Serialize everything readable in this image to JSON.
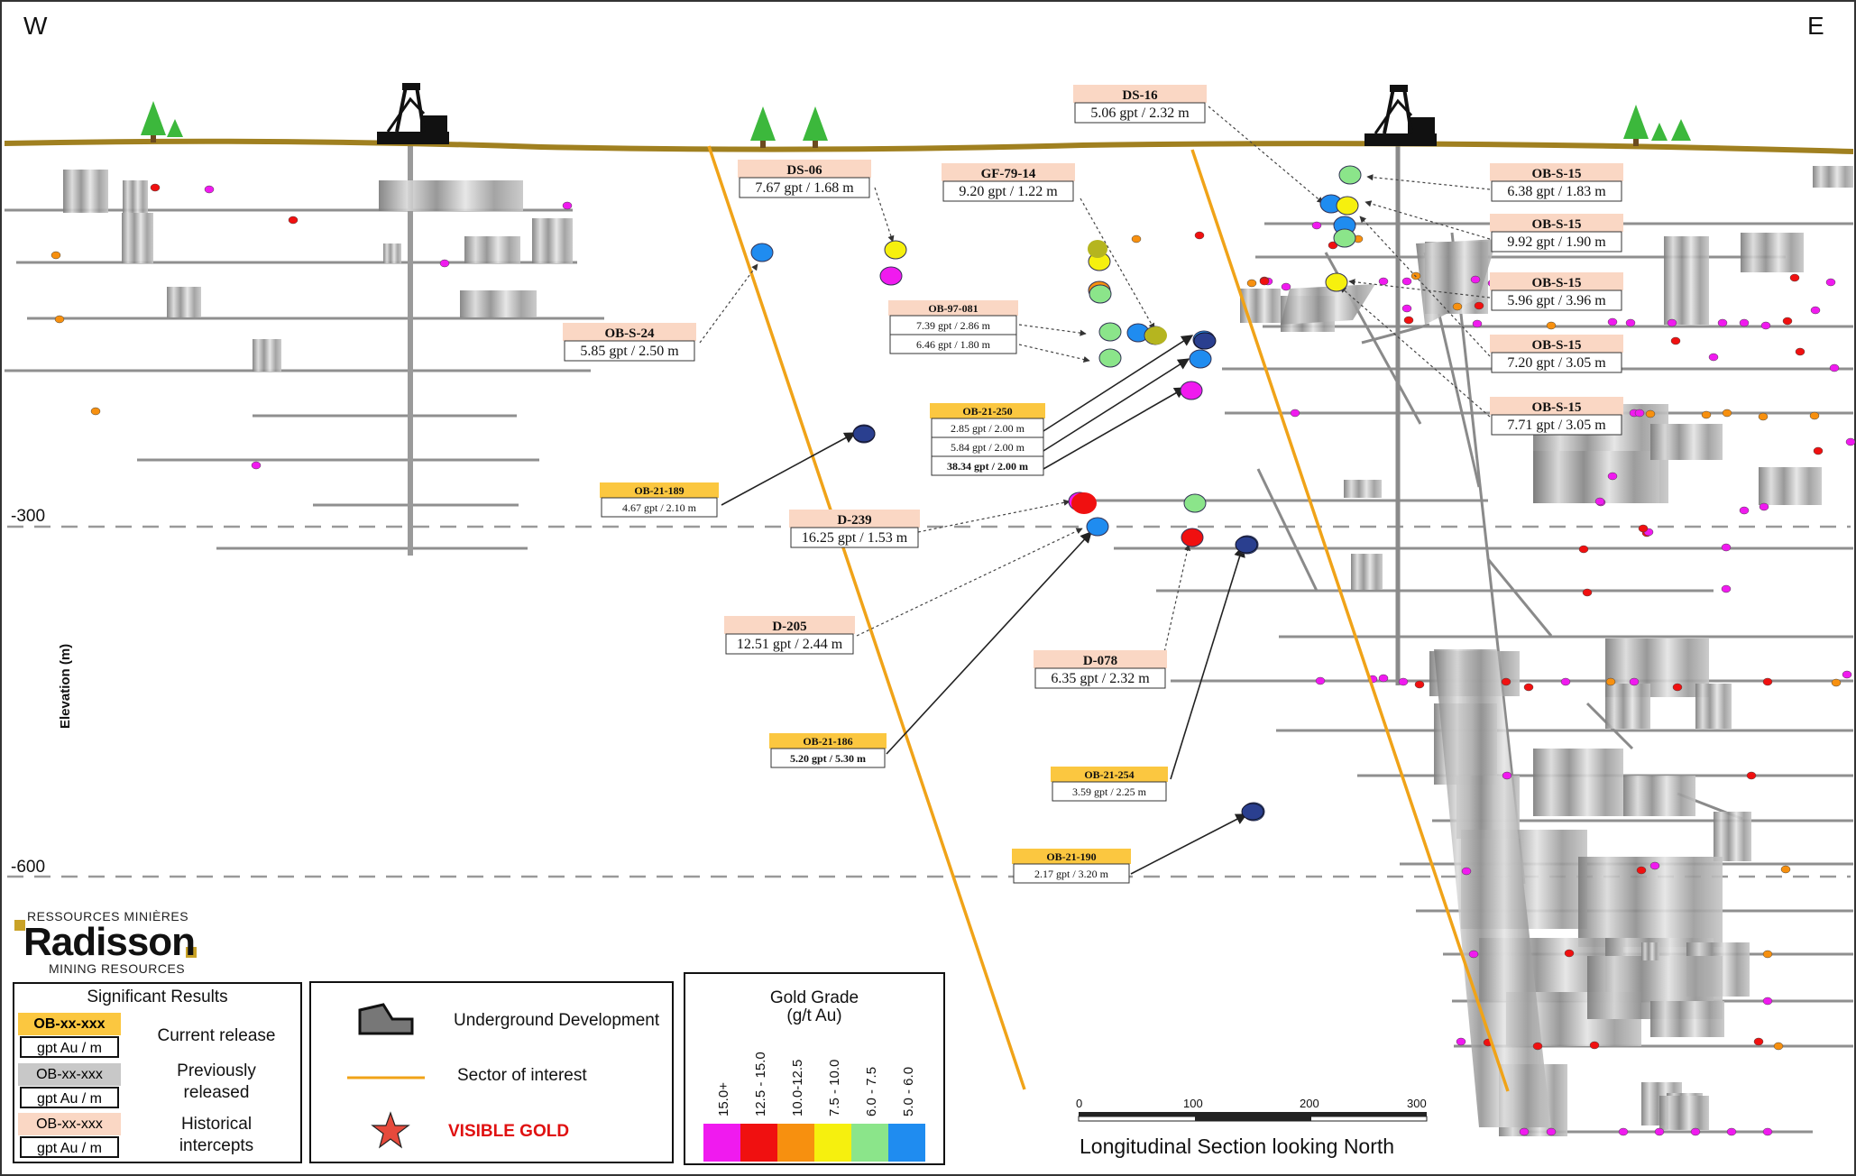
{
  "orientation": {
    "west": "W",
    "east": "E"
  },
  "elevation": {
    "axis_label": "Elevation (m)",
    "levels": [
      "-300",
      "-600"
    ]
  },
  "colors": {
    "current": "#fbc740",
    "previous": "#c8c8c8",
    "historical": "#fad7c4",
    "sector": "#f0a318",
    "ground": "#a08020",
    "star": "#e64a3c",
    "visible_gold": "#e01010"
  },
  "callouts": [
    {
      "id": "ob-s-24",
      "kind": "historical",
      "name": "OB-S-24",
      "values": [
        "5.85 gpt / 2.50 m"
      ]
    },
    {
      "id": "ds-06",
      "kind": "historical",
      "name": "DS-06",
      "values": [
        "7.67 gpt / 1.68 m"
      ]
    },
    {
      "id": "gf-79-14",
      "kind": "historical",
      "name": "GF-79-14",
      "values": [
        "9.20 gpt / 1.22 m"
      ]
    },
    {
      "id": "ds-16",
      "kind": "historical",
      "name": "DS-16",
      "values": [
        "5.06 gpt / 2.32 m"
      ]
    },
    {
      "id": "ob-97-081",
      "kind": "historical",
      "name": "OB-97-081",
      "values": [
        "7.39 gpt / 2.86 m",
        "6.46 gpt / 1.80 m"
      ]
    },
    {
      "id": "ob-21-250",
      "kind": "current",
      "name": "OB-21-250",
      "values": [
        "2.85 gpt / 2.00 m",
        "5.84 gpt / 2.00 m",
        "38.34 gpt / 2.00 m"
      ]
    },
    {
      "id": "ob-21-189",
      "kind": "current",
      "name": "OB-21-189",
      "values": [
        "4.67 gpt / 2.10 m"
      ]
    },
    {
      "id": "d-239",
      "kind": "historical",
      "name": "D-239",
      "values": [
        "16.25 gpt / 1.53 m"
      ]
    },
    {
      "id": "d-205",
      "kind": "historical",
      "name": "D-205",
      "values": [
        "12.51 gpt / 2.44 m"
      ]
    },
    {
      "id": "d-078",
      "kind": "historical",
      "name": "D-078",
      "values": [
        "6.35 gpt / 2.32 m"
      ]
    },
    {
      "id": "ob-21-186",
      "kind": "current",
      "name": "OB-21-186",
      "values": [
        "5.20 gpt / 5.30 m"
      ]
    },
    {
      "id": "ob-21-254",
      "kind": "current",
      "name": "OB-21-254",
      "values": [
        "3.59 gpt / 2.25 m"
      ]
    },
    {
      "id": "ob-21-190",
      "kind": "current",
      "name": "OB-21-190",
      "values": [
        "2.17 gpt / 3.20 m"
      ]
    },
    {
      "id": "ob-s-15-a",
      "kind": "historical",
      "name": "OB-S-15",
      "values": [
        "6.38 gpt / 1.83 m"
      ]
    },
    {
      "id": "ob-s-15-b",
      "kind": "historical",
      "name": "OB-S-15",
      "values": [
        "9.92 gpt / 1.90 m"
      ]
    },
    {
      "id": "ob-s-15-c",
      "kind": "historical",
      "name": "OB-S-15",
      "values": [
        "5.96 gpt / 3.96 m"
      ]
    },
    {
      "id": "ob-s-15-d",
      "kind": "historical",
      "name": "OB-S-15",
      "values": [
        "7.20 gpt / 3.05 m"
      ]
    },
    {
      "id": "ob-s-15-e",
      "kind": "historical",
      "name": "OB-S-15",
      "values": [
        "7.71 gpt / 3.05 m"
      ]
    }
  ],
  "company": {
    "top": "RESSOURCES MINIÈRES",
    "name": "Radisson",
    "bottom": "MINING RESOURCES"
  },
  "significant_results": {
    "title": "Significant Results",
    "tag_label": "OB-xx-xxx",
    "sub_label": "gpt Au / m",
    "current": "Current release",
    "previous_1": "Previously",
    "previous_2": "released",
    "historical_1": "Historical",
    "historical_2": "intercepts"
  },
  "symbols": {
    "underground": "Underground Development",
    "sector": "Sector of interest",
    "visible_gold": "VISIBLE GOLD",
    "underground_icon": "underground-development-icon",
    "star_icon": "star-icon"
  },
  "gold_grade": {
    "title_1": "Gold Grade",
    "title_2": "(g/t Au)",
    "bins": [
      {
        "label": "15.0+",
        "color": "#f01aef"
      },
      {
        "label": "12.5 - 15.0",
        "color": "#f01010"
      },
      {
        "label": "10.0-12.5",
        "color": "#f7900f"
      },
      {
        "label": "7.5 - 10.0",
        "color": "#f6f00e"
      },
      {
        "label": "6.0 - 7.5",
        "color": "#8be58a"
      },
      {
        "label": "5.0 - 6.0",
        "color": "#1f8cf0"
      }
    ]
  },
  "scale": {
    "ticks": [
      "0",
      "100",
      "200",
      "300"
    ],
    "title": "Longitudinal Section looking North"
  }
}
